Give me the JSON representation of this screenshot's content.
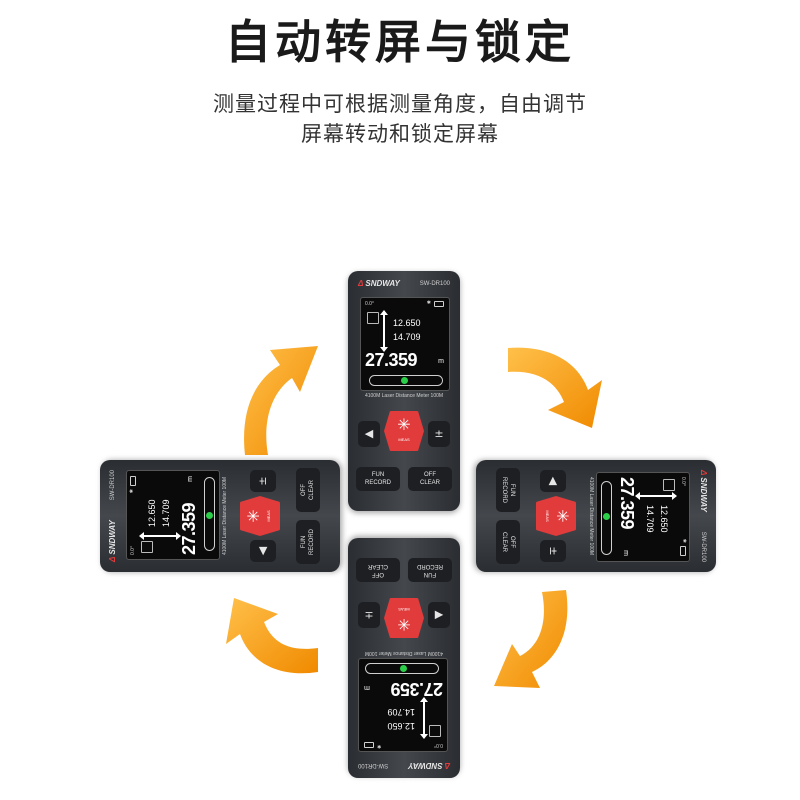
{
  "headline": "自动转屏与锁定",
  "description_line1": "测量过程中可根据测量角度，自由调节",
  "description_line2": "屏幕转动和锁定屏幕",
  "device": {
    "brand": "SNDWAY",
    "model": "SW-DR100",
    "status_angle": "0.0°",
    "value_1": "12.650",
    "value_2": "14.709",
    "main_value": "27.359",
    "unit": "m",
    "caption": "4100M Laser Distance Meter 100M",
    "meas_label": "MEAS",
    "fun_record_label": "FUN\nRECORD",
    "off_clear_label": "OFF\nCLEAR",
    "plus_minus_label": "±"
  },
  "colors": {
    "arrow_orange": "#f5a623",
    "device_red": "#e23b3b",
    "screen_green": "#2bcf4a"
  }
}
